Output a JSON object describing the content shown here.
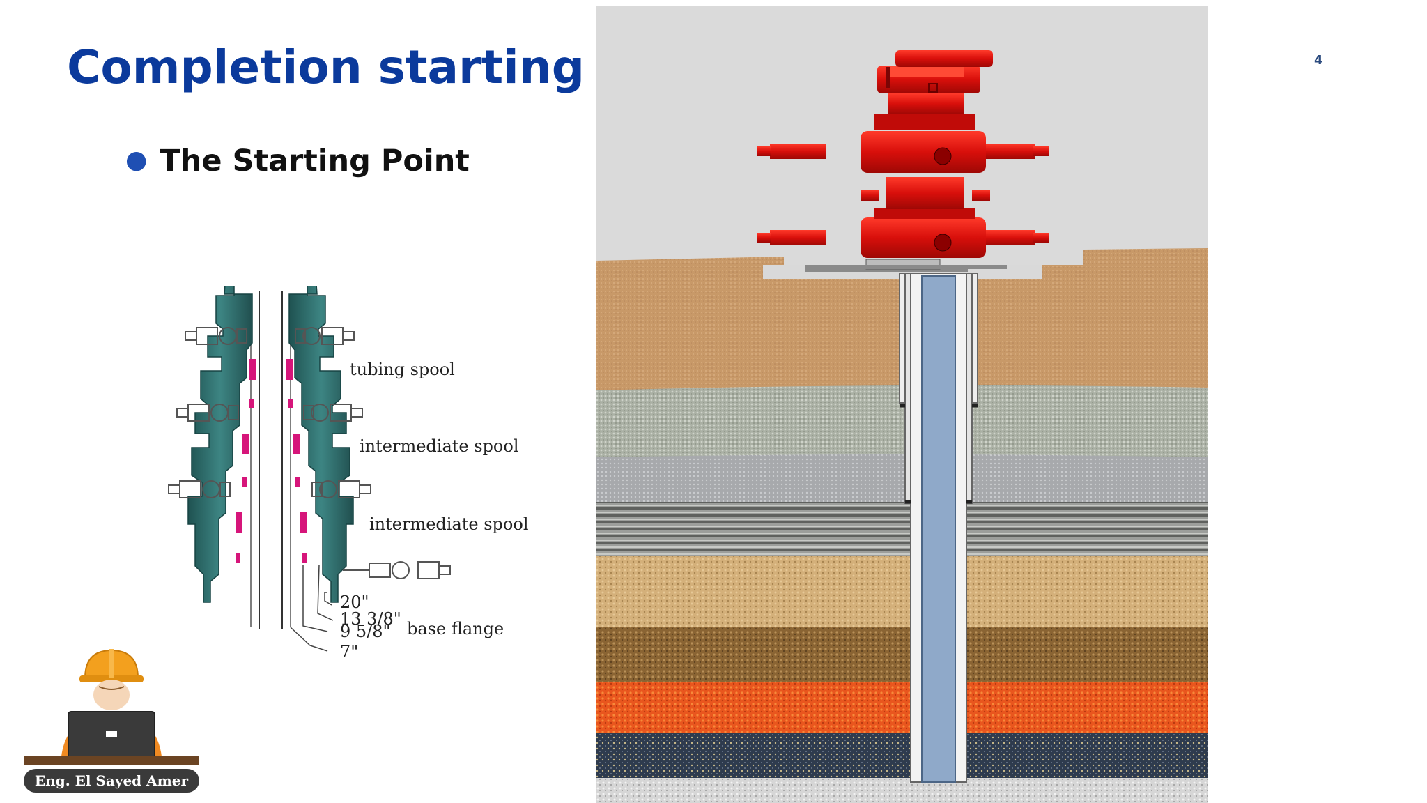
{
  "slide": {
    "title": "Completion starting",
    "bullet": "The Starting Point",
    "page_number": "4"
  },
  "wellhead_diagram": {
    "labels": {
      "tubing_spool": "tubing spool",
      "intermediate_spool_1": "intermediate spool",
      "intermediate_spool_2": "intermediate spool",
      "size_20": "20\"",
      "size_13_3_8": "13  3/8\"",
      "size_9_5_8": "9  5/8\"",
      "base_flange": "base flange",
      "size_7": "7\""
    }
  },
  "author": {
    "name": "Eng. El Sayed Amer"
  },
  "colors": {
    "title": "#0b3a9c",
    "spool_teal": "#2f6f6e",
    "seal_magenta": "#d6157a",
    "bop_red": "#e8120f",
    "casing_blue": "#8fa9c9",
    "sky_gray": "#dadada"
  }
}
